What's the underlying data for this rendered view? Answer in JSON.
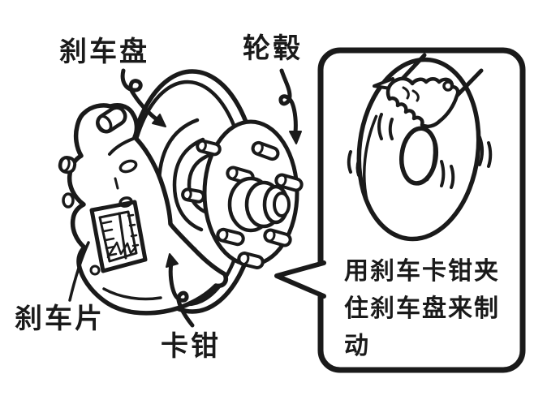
{
  "colors": {
    "ink": "#1a1a1a",
    "background": "#ffffff"
  },
  "labels": {
    "brake_disc": "刹车盘",
    "wheel_hub": "轮毂",
    "brake_pad": "刹车片",
    "caliper": "卡钳"
  },
  "callout": {
    "line1": "用刹车卡钳夹",
    "line2": "住刹车盘来制",
    "line3": "动",
    "full_text": "用刹车卡钳夹住刹车盘来制动"
  }
}
